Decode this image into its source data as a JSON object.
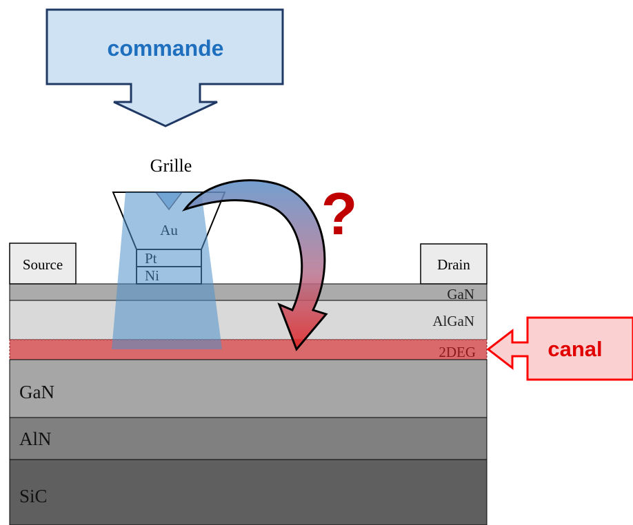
{
  "command_box": {
    "label": "commande"
  },
  "gate": {
    "title": "Grille",
    "metals": {
      "au": "Au",
      "pt": "Pt",
      "ni": "Ni"
    }
  },
  "contacts": {
    "source": "Source",
    "drain": "Drain"
  },
  "layers": {
    "gan_cap": "GaN",
    "algan": "AlGaN",
    "two_deg": "2DEG",
    "gan_buffer": "GaN",
    "aln": "AlN",
    "sic": "SiC"
  },
  "question_mark": "?",
  "channel_box": {
    "label": "canal"
  },
  "colors": {
    "command_fill": "#cfe2f3",
    "command_stroke": "#1f3864",
    "command_text": "#1f6fbf",
    "gan_cap": "#ababab",
    "algan": "#d9d9d9",
    "two_deg_fill": "#d9696b",
    "two_deg_text": "#8b1a1a",
    "gan_buffer": "#a6a6a6",
    "aln": "#808080",
    "sic": "#5f5f5f",
    "beam": "#4f8fc9",
    "question": "#c00000",
    "canal_fill": "#fbd0d0",
    "canal_stroke": "#ff0000",
    "canal_text": "#e00000"
  }
}
